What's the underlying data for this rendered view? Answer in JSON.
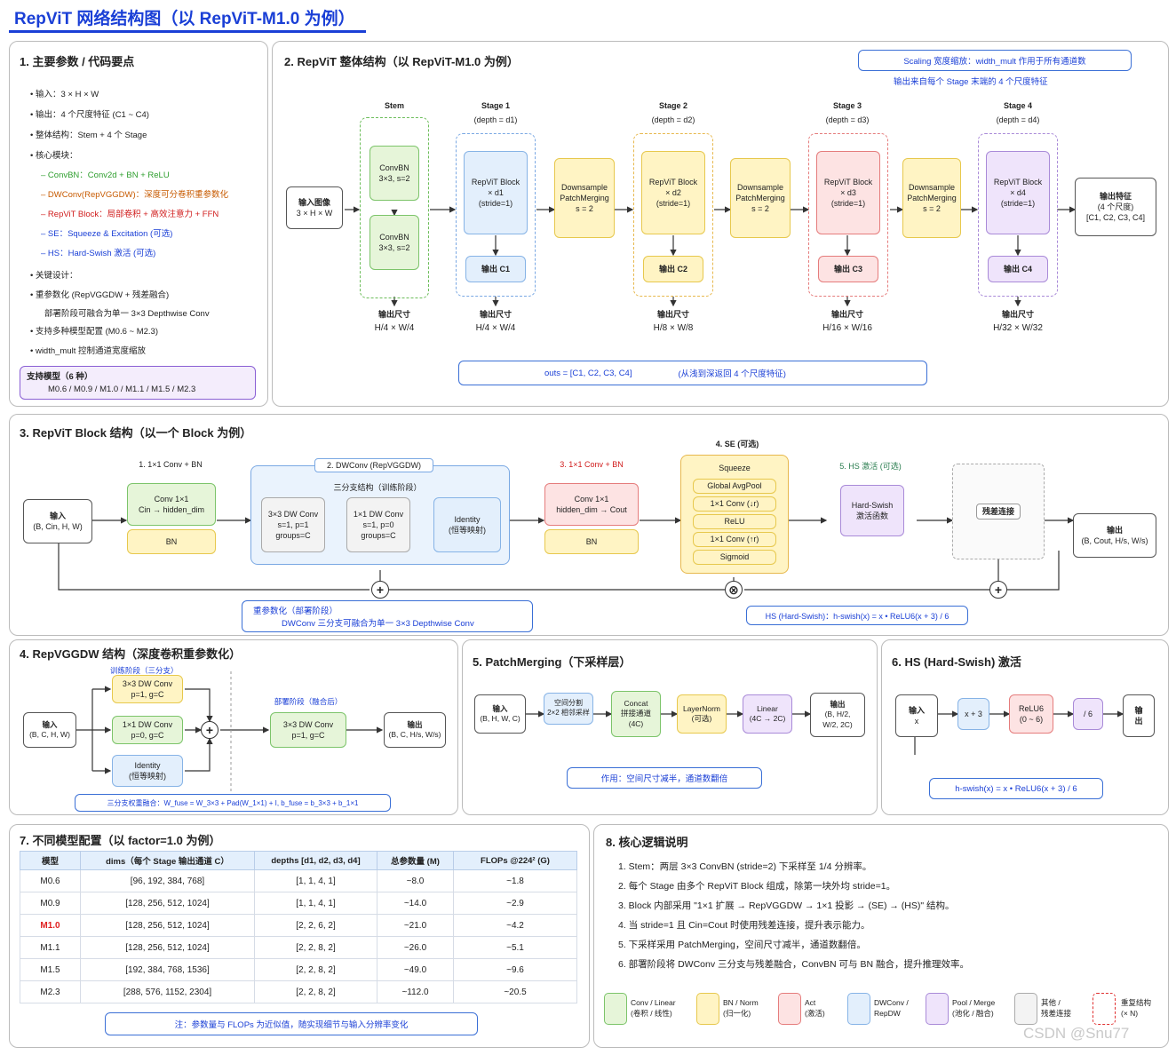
{
  "title": "RepViT 网络结构图（以 RepViT-M1.0 为例）",
  "watermark": "CSDN @Snu77",
  "sec1": {
    "title": "1.  主要参数 / 代码要点",
    "items": [
      "•  输入：3 × H × W",
      "•  输出：4 个尺度特征 (C1 ~ C4)",
      "•  整体结构：Stem + 4 个 Stage",
      "•  核心模块：",
      "–  ConvBN：Conv2d + BN + ReLU",
      "–  DWConv(RepVGGDW)：深度可分卷积重参数化",
      "–  RepViT Block：局部卷积 + 高效注意力 + FFN",
      "–  SE：Squeeze & Excitation (可选)",
      "–  HS：Hard-Swish 激活 (可选)",
      "•  关键设计：",
      "•  重参数化 (RepVGGDW + 残差融合)",
      "部署阶段可融合为单一 3×3 Depthwise Conv",
      "•  支持多种模型配置 (M0.6 ~ M2.3)",
      "•  width_mult 控制通道宽度缩放"
    ],
    "support_title": "支持模型（6 种）",
    "support_models": "M0.6 / M0.9 / M1.0 / M1.1 / M1.5 / M2.3"
  },
  "sec2": {
    "title": "2.  RepViT 整体结构（以 RepViT-M1.0 为例）",
    "scaling_note": "Scaling 宽度缩放：width_mult 作用于所有通道数",
    "scaling_sub": "输出来自每个 Stage 末端的 4 个尺度特征",
    "input": [
      "输入图像",
      "3 × H × W"
    ],
    "stem_label": "Stem",
    "stem_boxes": [
      [
        "ConvBN",
        "3×3, s=2"
      ],
      [
        "ConvBN",
        "3×3, s=2"
      ]
    ],
    "stages": [
      {
        "name": "Stage 1",
        "depth": "(depth = d1)",
        "block": [
          "RepViT Block",
          "× d1",
          "(stride=1)"
        ],
        "out": "输出 C1",
        "size": "H/4 × W/4"
      },
      {
        "name": "Stage 2",
        "depth": "(depth = d2)",
        "block": [
          "RepViT Block",
          "× d2",
          "(stride=1)"
        ],
        "out": "输出 C2",
        "size": "H/8 × W/8"
      },
      {
        "name": "Stage 3",
        "depth": "(depth = d3)",
        "block": [
          "RepViT Block",
          "× d3",
          "(stride=1)"
        ],
        "out": "输出 C3",
        "size": "H/16 × W/16"
      },
      {
        "name": "Stage 4",
        "depth": "(depth = d4)",
        "block": [
          "RepViT Block",
          "× d4",
          "(stride=1)"
        ],
        "out": "输出 C4",
        "size": "H/32 × W/32"
      }
    ],
    "downsample": [
      "Downsample",
      "PatchMerging",
      "s = 2"
    ],
    "size_label": "输出尺寸",
    "stem_size": "H/4 × W/4",
    "output": [
      "输出特征",
      "(4 个尺度)",
      "[C1, C2, C3, C4]"
    ],
    "outs_note": "outs = [C1, C2, C3, C4]",
    "outs_desc": "(从浅到深返回 4 个尺度特征)"
  },
  "sec3": {
    "title": "3.  RepViT Block 结构（以一个 Block 为例）",
    "input": [
      "输入",
      "(B, Cin, H, W)"
    ],
    "step1": "1. 1×1 Conv + BN",
    "conv1": [
      "Conv 1×1",
      "Cin → hidden_dim"
    ],
    "bn": "BN",
    "step2": "2. DWConv (RepVGGDW)",
    "three_branch": "三分支结构（训练阶段）",
    "branches": [
      [
        "3×3 DW Conv",
        "s=1, p=1",
        "groups=C"
      ],
      [
        "1×1 DW Conv",
        "s=1, p=0",
        "groups=C"
      ],
      [
        "Identity",
        "(恒等映射)"
      ]
    ],
    "step3": "3. 1×1 Conv + BN",
    "conv3": [
      "Conv 1×1",
      "hidden_dim → Cout"
    ],
    "step4": "4. SE (可选)",
    "se_items": [
      "Squeeze",
      "Global AvgPool",
      "1×1 Conv (↓r)",
      "ReLU",
      "1×1 Conv (↑r)",
      "Sigmoid"
    ],
    "step5": "5. HS 激活 (可选)",
    "hs": [
      "Hard-Swish",
      "激活函数"
    ],
    "residual": "残差连接",
    "output": [
      "输出",
      "(B, Cout, H/s, W/s)"
    ],
    "rep_note1": "重参数化（部署阶段）",
    "rep_note2": "DWConv 三分支可融合为单一 3×3 Depthwise Conv",
    "hs_note": "HS (Hard-Swish)：h-swish(x) = x • ReLU6(x + 3) / 6"
  },
  "sec4": {
    "title": "4.  RepVGGDW 结构（深度卷积重参数化）",
    "train_label": "训练阶段（三分支）",
    "input": [
      "输入",
      "(B, C, H, W)"
    ],
    "branches": [
      [
        "3×3 DW Conv",
        "p=1, g=C"
      ],
      [
        "1×1 DW Conv",
        "p=0, g=C"
      ],
      [
        "Identity",
        "(恒等映射)"
      ]
    ],
    "deploy_label": "部署阶段（融合后）",
    "deploy": [
      "3×3 DW Conv",
      "p=1, g=C"
    ],
    "output": [
      "输出",
      "(B, C, H/s, W/s)"
    ],
    "note": "三分支权重融合：W_fuse = W_3×3 + Pad(W_1×1) + I,  b_fuse = b_3×3 + b_1×1"
  },
  "sec5": {
    "title": "5.  PatchMerging（下采样层）",
    "input": [
      "输入",
      "(B, H, W, C)"
    ],
    "split": [
      "空间分割",
      "2×2 相邻采样"
    ],
    "concat": [
      "Concat",
      "拼接通道",
      "(4C)"
    ],
    "norm": [
      "LayerNorm",
      "(可选)"
    ],
    "linear": [
      "Linear",
      "(4C → 2C)"
    ],
    "output": [
      "输出",
      "(B, H/2,",
      "W/2, 2C)"
    ],
    "note": "作用：空间尺寸减半，通道数翻倍"
  },
  "sec6": {
    "title": "6.  HS (Hard-Swish) 激活",
    "input": [
      "输入",
      "x"
    ],
    "add": "x + 3",
    "relu": [
      "ReLU6",
      "(0 ~ 6)"
    ],
    "div": "/ 6",
    "output": [
      "输",
      "出"
    ],
    "note": "h-swish(x) = x • ReLU6(x + 3) / 6"
  },
  "sec7": {
    "title": "7.  不同模型配置（以 factor=1.0 为例）",
    "headers": [
      "模型",
      "dims（每个 Stage 输出通道 C）",
      "depths [d1, d2, d3, d4]",
      "总参数量 (M)",
      "FLOPs @224² (G)"
    ],
    "rows": [
      [
        "M0.6",
        "[96, 192, 384, 768]",
        "[1, 1, 4, 1]",
        "~8.0",
        "~1.8"
      ],
      [
        "M0.9",
        "[128, 256, 512, 1024]",
        "[1, 1, 4, 1]",
        "~14.0",
        "~2.9"
      ],
      [
        "M1.0",
        "[128, 256, 512, 1024]",
        "[2, 2, 6, 2]",
        "~21.0",
        "~4.2"
      ],
      [
        "M1.1",
        "[128, 256, 512, 1024]",
        "[2, 2, 8, 2]",
        "~26.0",
        "~5.1"
      ],
      [
        "M1.5",
        "[192, 384, 768, 1536]",
        "[2, 2, 8, 2]",
        "~49.0",
        "~9.6"
      ],
      [
        "M2.3",
        "[288, 576, 1152, 2304]",
        "[2, 2, 8, 2]",
        "~112.0",
        "~20.5"
      ]
    ],
    "highlight_color": "#e02020",
    "note": "注：参数量与 FLOPs 为近似值，随实现细节与输入分辨率变化"
  },
  "sec8": {
    "title": "8.  核心逻辑说明",
    "items": [
      "1.  Stem：两层 3×3 ConvBN (stride=2) 下采样至 1/4 分辨率。",
      "2.  每个 Stage 由多个 RepViT Block 组成，除第一块外均 stride=1。",
      "3.  Block 内部采用 \"1×1 扩展 → RepVGGDW → 1×1 投影 → (SE) → (HS)\" 结构。",
      "4.  当 stride=1 且 Cin=Cout 时使用残差连接，提升表示能力。",
      "5.  下采样采用 PatchMerging，空间尺寸减半，通道数翻倍。",
      "6.  部署阶段将 DWConv 三分支与残差融合，ConvBN 可与 BN 融合，提升推理效率。"
    ],
    "legend": [
      {
        "label": [
          "Conv / Linear",
          "(卷积 / 线性)"
        ],
        "color": "green"
      },
      {
        "label": [
          "BN / Norm",
          "(归一化)"
        ],
        "color": "yellow"
      },
      {
        "label": [
          "Act",
          "(激活)"
        ],
        "color": "red"
      },
      {
        "label": [
          "DWConv /",
          "RepDW"
        ],
        "color": "blue"
      },
      {
        "label": [
          "Pool / Merge",
          "(池化 / 融合)"
        ],
        "color": "purple"
      },
      {
        "label": [
          "其他 /",
          "残差连接"
        ],
        "color": "gray"
      },
      {
        "label": [
          "重复结构",
          "(× N)"
        ],
        "color": "dashred"
      }
    ]
  }
}
